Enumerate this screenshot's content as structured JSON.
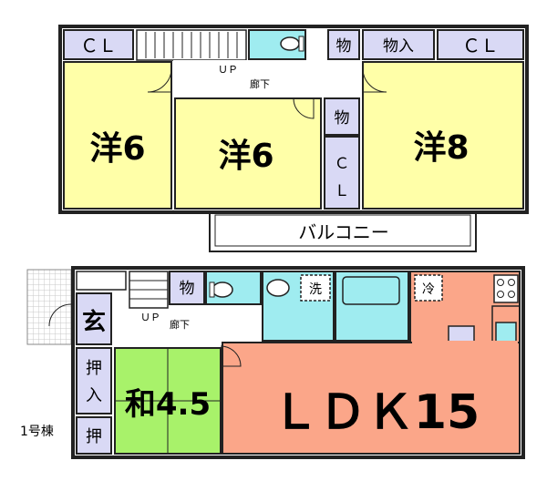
{
  "colors": {
    "yellow_room": "#ffffa8",
    "storage": "#d9d9f5",
    "wet_area": "#9fecf0",
    "ldk": "#fba689",
    "washitsu": "#a8f26a",
    "wall": "#222222",
    "grid": "#c8c8c8"
  },
  "upper_floor": {
    "room_left": "洋6",
    "room_center": "洋6",
    "room_right": "洋8",
    "closet_left": "ＣＬ",
    "storage_1": "物",
    "storage_2": "物入",
    "closet_right": "ＣＬ",
    "storage_3": "物",
    "closet_vertical": [
      "Ｃ",
      "Ｌ"
    ],
    "stairs_up": "ＵＰ",
    "corridor": "廊下",
    "balcony": "バルコニー"
  },
  "lower_floor": {
    "entrance": "玄",
    "storage": "物",
    "stairs_up": "ＵＰ",
    "corridor": "廊下",
    "washroom": "洗",
    "refrigerator": "冷",
    "closet_upper": [
      "押",
      "入"
    ],
    "closet_lower": "押",
    "washitsu": "和4.5",
    "ldk": "ＬＤＫ15"
  },
  "building_label": "1号棟"
}
